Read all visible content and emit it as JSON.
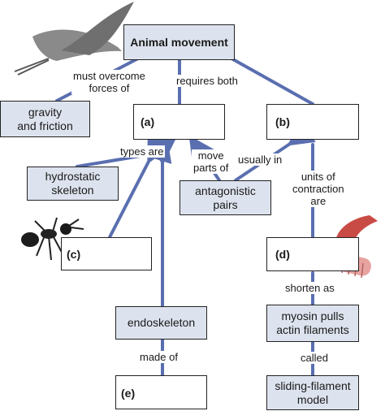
{
  "colors": {
    "connector": "#5a6fb0",
    "node_fill": "#dde3ee",
    "node_border": "#222222"
  },
  "nodes": {
    "root": "Animal movement",
    "gravity": "gravity\nand friction",
    "a": "(a)",
    "b": "(b)",
    "hydrostatic": "hydrostatic\nskeleton",
    "antagonistic": "antagonistic\npairs",
    "c": "(c)",
    "d": "(d)",
    "endoskeleton": "endoskeleton",
    "myosin": "myosin pulls\nactin filaments",
    "e": "(e)",
    "sliding": "sliding-filament\nmodel"
  },
  "links": {
    "must_overcome": "must overcome\nforces of",
    "requires_both": "requires both",
    "types_are": "types are",
    "move_parts_of": "move\nparts of",
    "usually_in": "usually in",
    "units_of_contraction": "units of\ncontraction\nare",
    "shorten_as": "shorten as",
    "made_of": "made of",
    "called": "called"
  },
  "images": [
    "crane-icon",
    "ant-icon",
    "muscle-fiber-icon"
  ]
}
